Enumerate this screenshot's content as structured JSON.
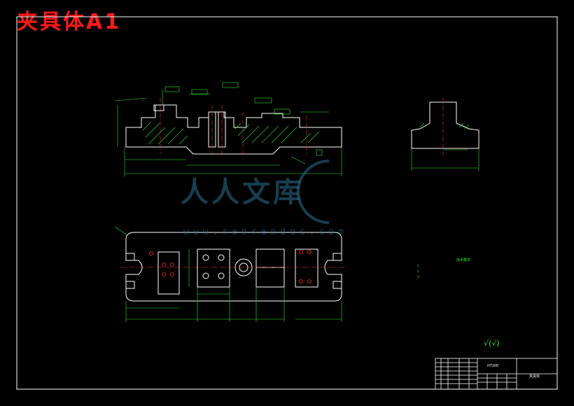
{
  "sheet": {
    "title": "夹具体A1",
    "colors": {
      "outline": "#ffffff",
      "dimension": "#2ee62e",
      "centerline": "#ff3030",
      "hatch": "#2ee62e",
      "title": "#ff1a1a"
    }
  },
  "watermark": {
    "text": "人人文库",
    "url": "www.renrendoc.com"
  },
  "technical_requirements": {
    "title": "技术要求",
    "lines": [
      "1.",
      "2.",
      "3."
    ]
  },
  "roughness_symbol": "√(√)",
  "title_block": {
    "drawing_name": "夹具体",
    "code": "HT200"
  }
}
